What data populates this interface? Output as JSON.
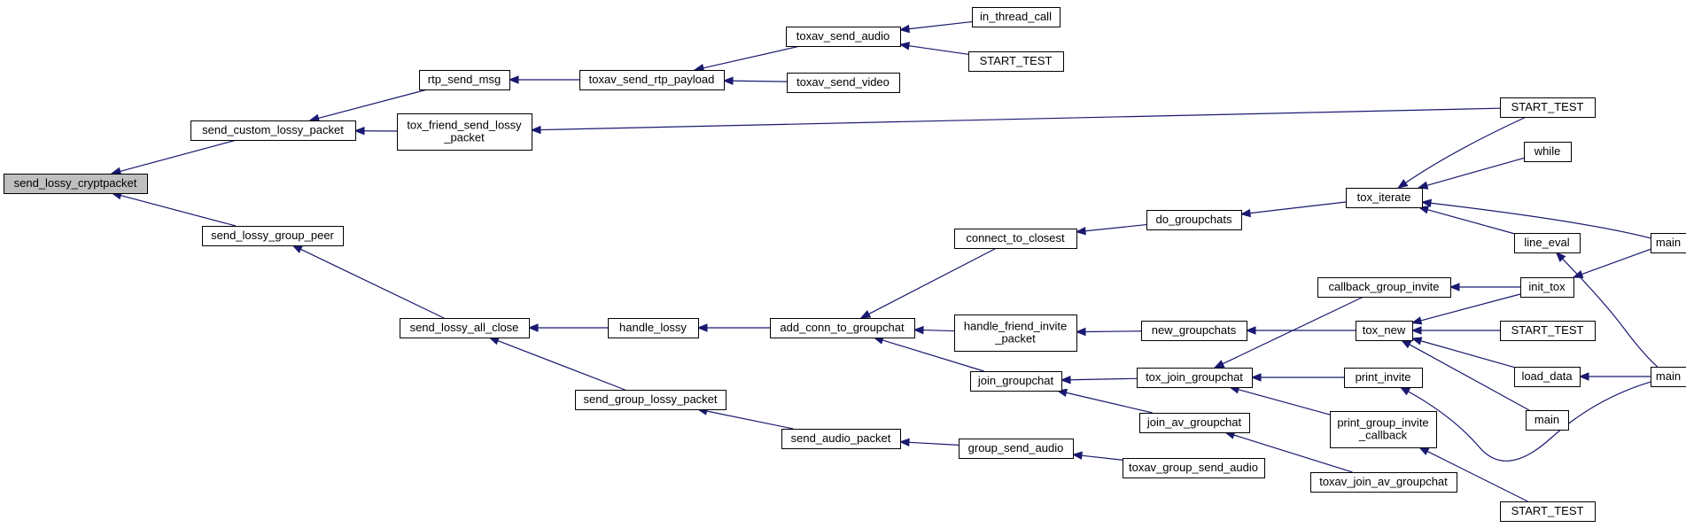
{
  "nodes": [
    {
      "id": "n1",
      "lines": [
        "send_lossy_cryptpacket"
      ],
      "root": true
    },
    {
      "id": "n2",
      "lines": [
        "send_custom_lossy_packet"
      ]
    },
    {
      "id": "n3",
      "lines": [
        "send_lossy_group_peer"
      ]
    },
    {
      "id": "n4",
      "lines": [
        "rtp_send_msg"
      ]
    },
    {
      "id": "n5",
      "lines": [
        "tox_friend_send_lossy",
        "_packet"
      ]
    },
    {
      "id": "n6",
      "lines": [
        "toxav_send_rtp_payload"
      ]
    },
    {
      "id": "n7",
      "lines": [
        "toxav_send_audio"
      ]
    },
    {
      "id": "n8",
      "lines": [
        "toxav_send_video"
      ]
    },
    {
      "id": "n9",
      "lines": [
        "in_thread_call"
      ]
    },
    {
      "id": "n10",
      "lines": [
        "START_TEST"
      ]
    },
    {
      "id": "n11",
      "lines": [
        "START_TEST"
      ]
    },
    {
      "id": "n12",
      "lines": [
        "send_lossy_all_close"
      ]
    },
    {
      "id": "n13",
      "lines": [
        "handle_lossy"
      ]
    },
    {
      "id": "n14",
      "lines": [
        "add_conn_to_groupchat"
      ]
    },
    {
      "id": "n15",
      "lines": [
        "connect_to_closest"
      ]
    },
    {
      "id": "n16",
      "lines": [
        "do_groupchats"
      ]
    },
    {
      "id": "n17",
      "lines": [
        "tox_iterate"
      ]
    },
    {
      "id": "n18",
      "lines": [
        "while"
      ]
    },
    {
      "id": "n19",
      "lines": [
        "line_eval"
      ]
    },
    {
      "id": "n20",
      "lines": [
        "main"
      ]
    },
    {
      "id": "n21",
      "lines": [
        "handle_friend_invite",
        "_packet"
      ]
    },
    {
      "id": "n22",
      "lines": [
        "new_groupchats"
      ]
    },
    {
      "id": "n23",
      "lines": [
        "tox_new"
      ]
    },
    {
      "id": "n24",
      "lines": [
        "init_tox"
      ]
    },
    {
      "id": "n25",
      "lines": [
        "START_TEST"
      ]
    },
    {
      "id": "n26",
      "lines": [
        "load_data"
      ]
    },
    {
      "id": "n27",
      "lines": [
        "main"
      ]
    },
    {
      "id": "n28",
      "lines": [
        "main"
      ]
    },
    {
      "id": "n29",
      "lines": [
        "callback_group_invite"
      ]
    },
    {
      "id": "n30",
      "lines": [
        "join_groupchat"
      ]
    },
    {
      "id": "n31",
      "lines": [
        "tox_join_groupchat"
      ]
    },
    {
      "id": "n32",
      "lines": [
        "print_invite"
      ]
    },
    {
      "id": "n33",
      "lines": [
        "print_group_invite",
        "_callback"
      ]
    },
    {
      "id": "n34",
      "lines": [
        "START_TEST"
      ]
    },
    {
      "id": "n35",
      "lines": [
        "join_av_groupchat"
      ]
    },
    {
      "id": "n36",
      "lines": [
        "toxav_join_av_groupchat"
      ]
    },
    {
      "id": "n37",
      "lines": [
        "send_group_lossy_packet"
      ]
    },
    {
      "id": "n38",
      "lines": [
        "send_audio_packet"
      ]
    },
    {
      "id": "n39",
      "lines": [
        "group_send_audio"
      ]
    },
    {
      "id": "n40",
      "lines": [
        "toxav_group_send_audio"
      ]
    }
  ],
  "edges": [
    {
      "from": "n2",
      "to": "n1"
    },
    {
      "from": "n3",
      "to": "n1"
    },
    {
      "from": "n4",
      "to": "n2"
    },
    {
      "from": "n5",
      "to": "n2"
    },
    {
      "from": "n6",
      "to": "n4"
    },
    {
      "from": "n7",
      "to": "n6"
    },
    {
      "from": "n8",
      "to": "n6"
    },
    {
      "from": "n9",
      "to": "n7"
    },
    {
      "from": "n10",
      "to": "n7"
    },
    {
      "from": "n11",
      "to": "n5"
    },
    {
      "from": "n12",
      "to": "n3"
    },
    {
      "from": "n13",
      "to": "n12"
    },
    {
      "from": "n37",
      "to": "n12"
    },
    {
      "from": "n14",
      "to": "n13"
    },
    {
      "from": "n15",
      "to": "n14"
    },
    {
      "from": "n21",
      "to": "n14"
    },
    {
      "from": "n30",
      "to": "n14"
    },
    {
      "from": "n16",
      "to": "n15"
    },
    {
      "from": "n17",
      "to": "n16"
    },
    {
      "from": "n11",
      "to": "n17"
    },
    {
      "from": "n18",
      "to": "n17"
    },
    {
      "from": "n19",
      "to": "n17"
    },
    {
      "from": "n20",
      "to": "n17"
    },
    {
      "from": "n28",
      "to": "n19"
    },
    {
      "from": "n22",
      "to": "n21"
    },
    {
      "from": "n23",
      "to": "n22"
    },
    {
      "from": "n24",
      "to": "n23"
    },
    {
      "from": "n25",
      "to": "n23"
    },
    {
      "from": "n26",
      "to": "n23"
    },
    {
      "from": "n27",
      "to": "n23"
    },
    {
      "from": "n20",
      "to": "n24"
    },
    {
      "from": "n28",
      "to": "n26"
    },
    {
      "from": "n24",
      "to": "n29"
    },
    {
      "from": "n31",
      "to": "n30"
    },
    {
      "from": "n35",
      "to": "n30"
    },
    {
      "from": "n29",
      "to": "n31"
    },
    {
      "from": "n32",
      "to": "n31"
    },
    {
      "from": "n33",
      "to": "n31"
    },
    {
      "from": "n28",
      "to": "n32"
    },
    {
      "from": "n34",
      "to": "n33"
    },
    {
      "from": "n36",
      "to": "n35"
    },
    {
      "from": "n38",
      "to": "n37"
    },
    {
      "from": "n39",
      "to": "n38"
    },
    {
      "from": "n40",
      "to": "n39"
    }
  ]
}
